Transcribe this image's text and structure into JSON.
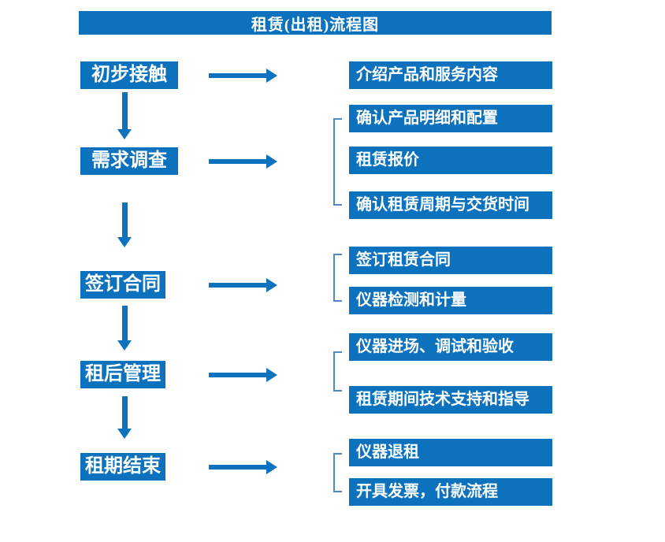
{
  "title": {
    "text": "租赁(出租)流程图"
  },
  "colors": {
    "primary_blue": "#0d72be",
    "bracket_blue": "#4c89c5",
    "text_white": "#ffffff",
    "background": "#ffffff"
  },
  "flow": [
    {
      "step": "初步接触",
      "details": [
        "介绍产品和服务内容"
      ]
    },
    {
      "step": "需求调查",
      "details": [
        "确认产品明细和配置",
        "租赁报价",
        "确认租赁周期与交货时间"
      ]
    },
    {
      "step": "签订合同",
      "details": [
        "签订租赁合同",
        "仪器检测和计量"
      ]
    },
    {
      "step": "租后管理",
      "details": [
        "仪器进场、调试和验收",
        "租赁期间技术支持和指导"
      ]
    },
    {
      "step": "租期结束",
      "details": [
        "仪器退租",
        "开具发票，付款流程"
      ]
    }
  ]
}
